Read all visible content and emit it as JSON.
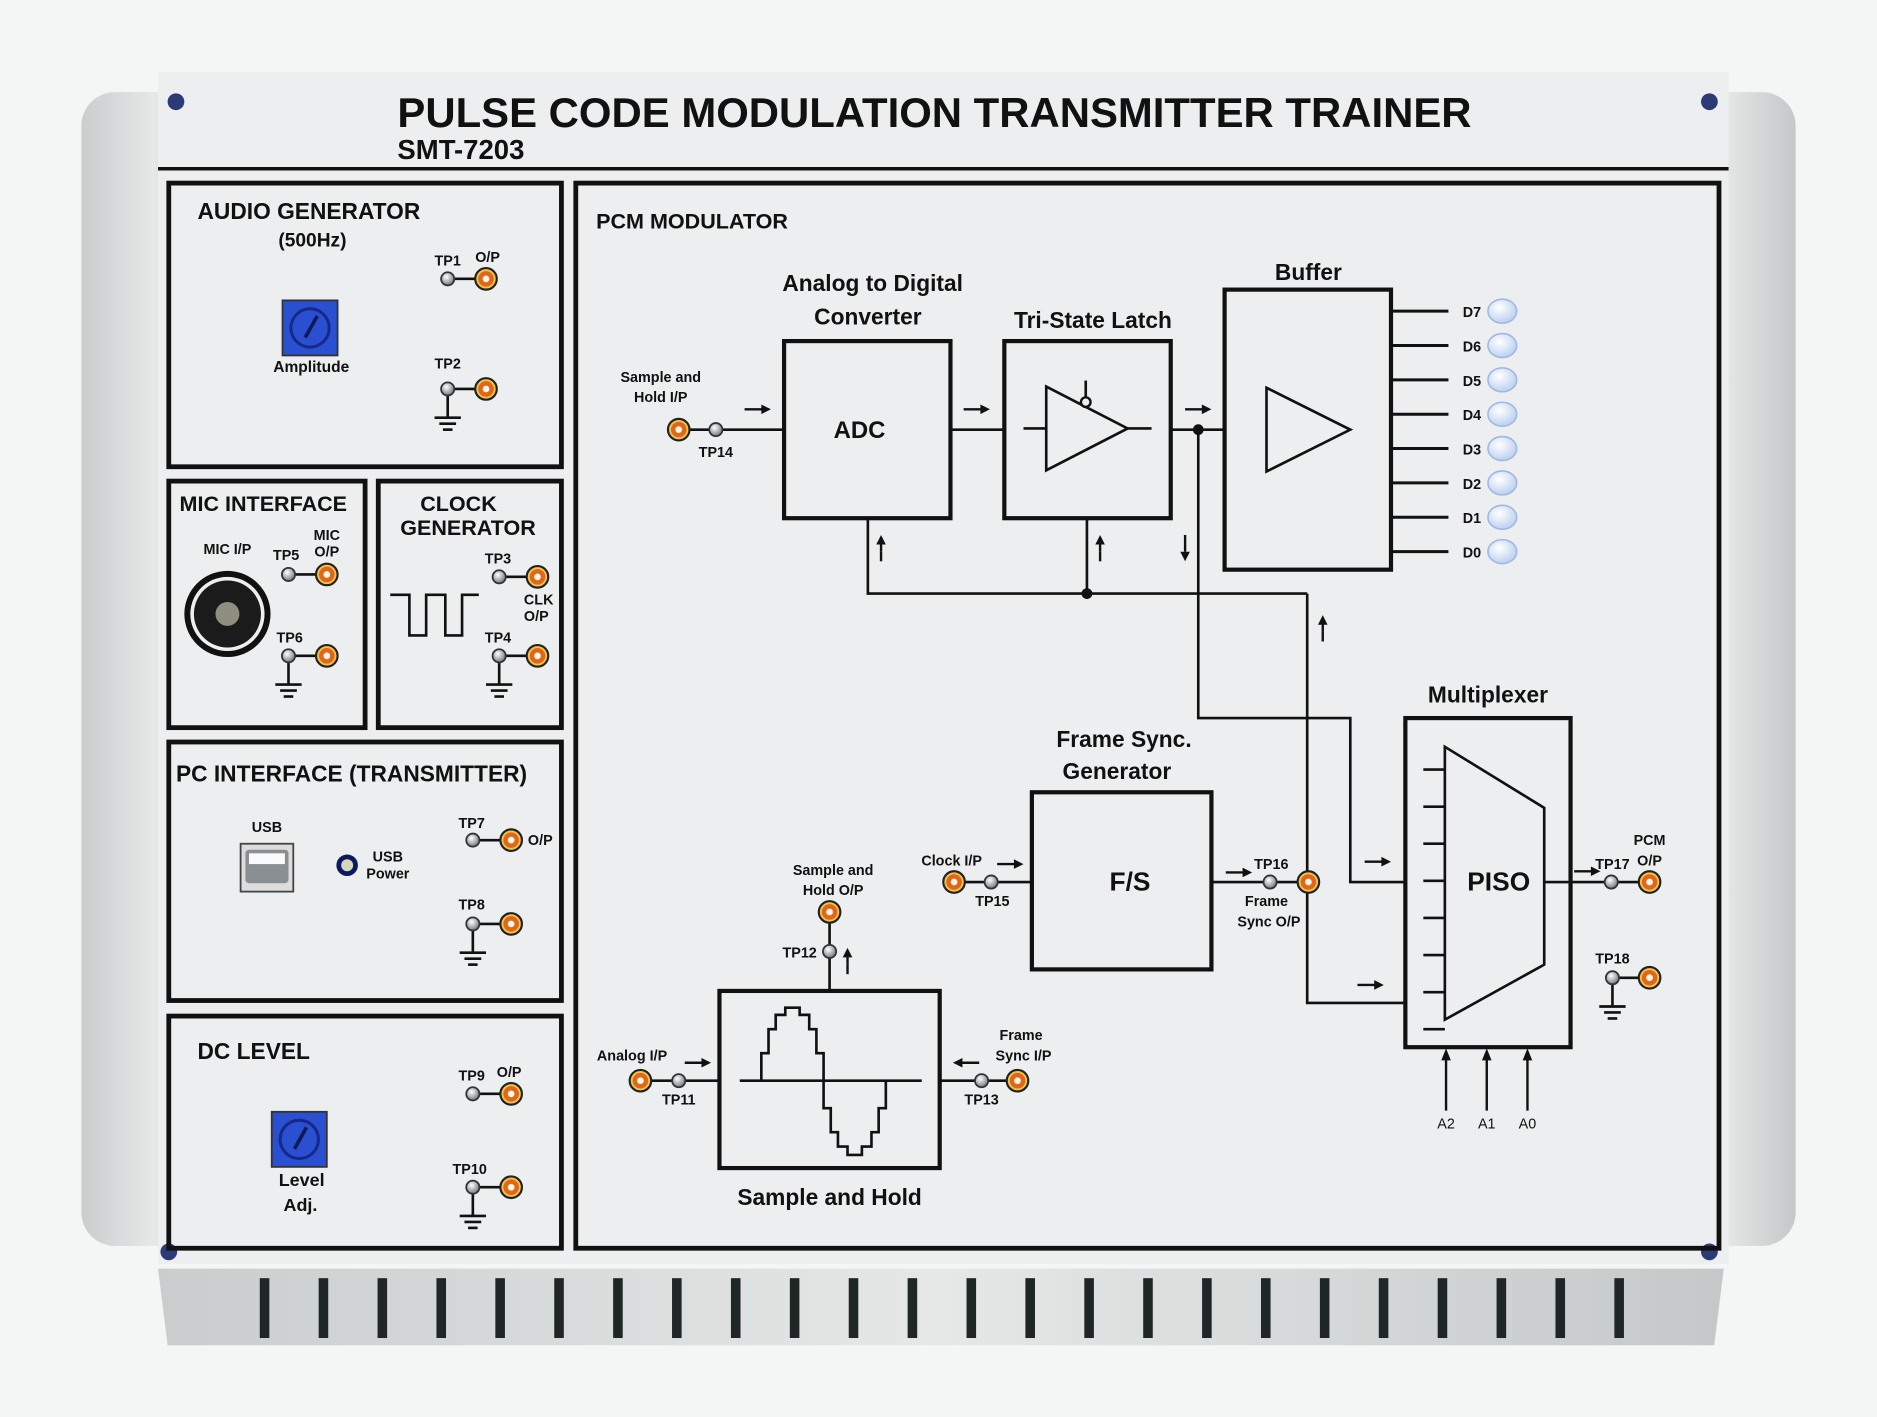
{
  "header": {
    "title": "PULSE CODE MODULATION TRANSMITTER TRAINER",
    "model": "SMT-7203"
  },
  "panels": {
    "audio_generator": {
      "title": "AUDIO GENERATOR",
      "subtitle": "(500Hz)",
      "knob_label": "Amplitude",
      "tp1": "TP1",
      "tp1_out": "O/P",
      "tp2": "TP2"
    },
    "mic_interface": {
      "title": "MIC INTERFACE",
      "mic_in": "MIC I/P",
      "mic_out_1": "MIC",
      "mic_out_2": "O/P",
      "tp5": "TP5",
      "tp6": "TP6"
    },
    "clock_generator": {
      "title_1": "CLOCK",
      "title_2": "GENERATOR",
      "tp3": "TP3",
      "tp4": "TP4",
      "clk_out_1": "CLK",
      "clk_out_2": "O/P"
    },
    "pc_interface": {
      "title": "PC INTERFACE (TRANSMITTER)",
      "usb": "USB",
      "usb_power_1": "USB",
      "usb_power_2": "Power",
      "tp7": "TP7",
      "tp7_out": "O/P",
      "tp8": "TP8"
    },
    "dc_level": {
      "title": "DC LEVEL",
      "tp9": "TP9",
      "tp9_out": "O/P",
      "tp10": "TP10",
      "knob_label_1": "Level",
      "knob_label_2": "Adj."
    },
    "pcm_modulator": {
      "title": "PCM MODULATOR",
      "adc_title_1": "Analog to Digital",
      "adc_title_2": "Converter",
      "adc_label": "ADC",
      "latch_title": "Tri-State Latch",
      "buffer_title": "Buffer",
      "sh_in_1": "Sample and",
      "sh_in_2": "Hold I/P",
      "tp14": "TP14",
      "data_bits": [
        "D7",
        "D6",
        "D5",
        "D4",
        "D3",
        "D2",
        "D1",
        "D0"
      ],
      "fs_title_1": "Frame Sync.",
      "fs_title_2": "Generator",
      "fs_label": "F/S",
      "clock_in": "Clock I/P",
      "tp15": "TP15",
      "tp16": "TP16",
      "fs_out_1": "Frame",
      "fs_out_2": "Sync O/P",
      "mux_title": "Multiplexer",
      "mux_label": "PISO",
      "tp17": "TP17",
      "pcm_out_1": "PCM",
      "pcm_out_2": "O/P",
      "tp18": "TP18",
      "address": [
        "A2",
        "A1",
        "A0"
      ],
      "sh_out_1": "Sample and",
      "sh_out_2": "Hold O/P",
      "tp12": "TP12",
      "analog_in": "Analog I/P",
      "tp11": "TP11",
      "fs_in_1": "Frame",
      "fs_in_2": "Sync I/P",
      "tp13": "TP13",
      "sh_title": "Sample and Hold"
    }
  },
  "colors": {
    "panel": "#eceeef",
    "socket_orange": "#e0661a",
    "knob_blue": "#2a4fd0",
    "led": "#cfe0f5"
  }
}
